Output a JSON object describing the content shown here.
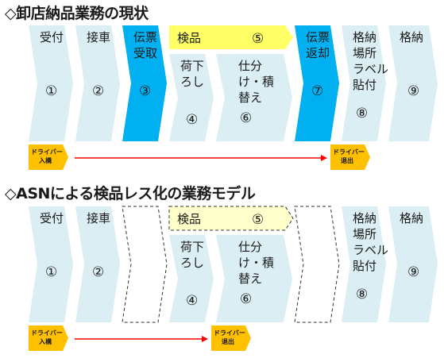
{
  "colors": {
    "step_fill": "#daeef3",
    "step_stroke": "#a5c8d3",
    "highlight_fill": "#00b0f0",
    "banner_fill": "#ffff66",
    "banner_fill_pale": "#ffffcc",
    "badge_fill": "#ffc000",
    "arrow_red": "#ff0000",
    "dashed_stroke": "#333333"
  },
  "sections": [
    {
      "title": "◇卸店納品業務の現状",
      "steps": [
        {
          "id": "s1",
          "lines": [
            "受付"
          ],
          "number": "①",
          "variant": "normal"
        },
        {
          "id": "s2",
          "lines": [
            "接車"
          ],
          "number": "②",
          "variant": "normal"
        },
        {
          "id": "s3",
          "lines": [
            "伝票",
            "受取"
          ],
          "number": "③",
          "variant": "highlight"
        },
        {
          "id": "s4",
          "lines": [
            "荷下",
            "ろし"
          ],
          "number": "④",
          "variant": "normal"
        },
        {
          "id": "s6",
          "lines": [
            "仕分",
            "け・積",
            "替え"
          ],
          "number": "⑥",
          "variant": "normal"
        },
        {
          "id": "s7",
          "lines": [
            "伝票",
            "返却"
          ],
          "number": "⑦",
          "variant": "highlight"
        },
        {
          "id": "s8",
          "lines": [
            "格納",
            "場所",
            "ラベル",
            "貼付"
          ],
          "number": "⑧",
          "variant": "normal"
        },
        {
          "id": "s9",
          "lines": [
            "格納"
          ],
          "number": "⑨",
          "variant": "normal"
        }
      ],
      "banner": {
        "label": "検品",
        "number": "⑤",
        "style": "solid"
      },
      "badges": [
        {
          "lines": [
            "ドライバー",
            "入構"
          ]
        },
        {
          "lines": [
            "ドライバー",
            "退出"
          ]
        }
      ]
    },
    {
      "title": "◇ASNによる検品レス化の業務モデル",
      "steps": [
        {
          "id": "s1",
          "lines": [
            "受付"
          ],
          "number": "①",
          "variant": "normal"
        },
        {
          "id": "s2",
          "lines": [
            "接車"
          ],
          "number": "②",
          "variant": "normal"
        },
        {
          "id": "s3",
          "lines": [],
          "number": "",
          "variant": "dashed"
        },
        {
          "id": "s4",
          "lines": [
            "荷下",
            "ろし"
          ],
          "number": "④",
          "variant": "normal"
        },
        {
          "id": "s6",
          "lines": [
            "仕分",
            "け・積",
            "替え"
          ],
          "number": "⑥",
          "variant": "normal"
        },
        {
          "id": "s7",
          "lines": [],
          "number": "",
          "variant": "dashed"
        },
        {
          "id": "s8",
          "lines": [
            "格納",
            "場所",
            "ラベル",
            "貼付"
          ],
          "number": "⑧",
          "variant": "normal"
        },
        {
          "id": "s9",
          "lines": [
            "格納"
          ],
          "number": "⑨",
          "variant": "normal"
        }
      ],
      "banner": {
        "label": "検品",
        "number": "⑤",
        "style": "dashed"
      },
      "badges": [
        {
          "lines": [
            "ドライバー",
            "入構"
          ]
        },
        {
          "lines": [
            "ドライバー",
            "退出"
          ]
        }
      ]
    }
  ]
}
